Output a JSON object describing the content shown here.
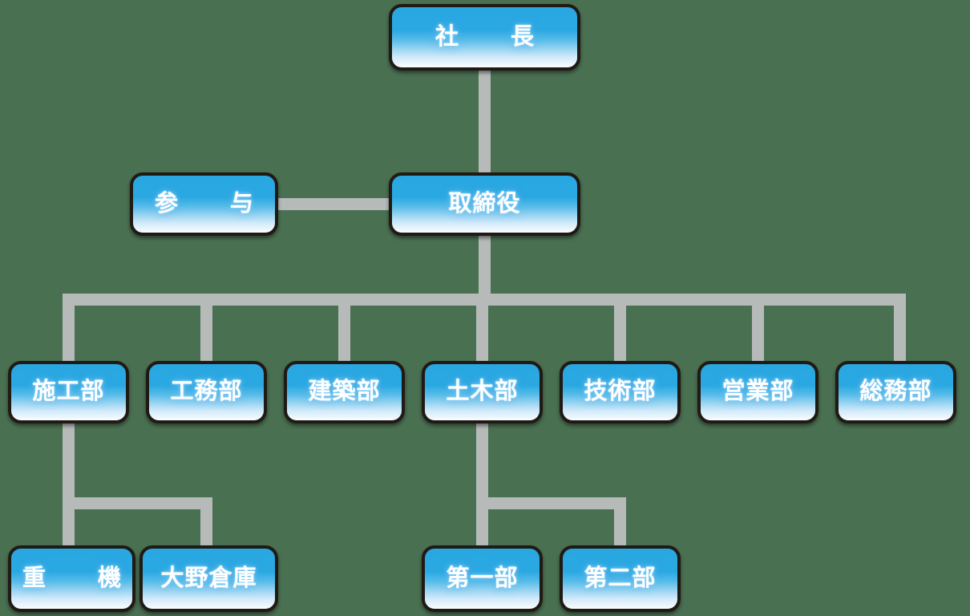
{
  "chart": {
    "type": "org-chart",
    "title": "",
    "background_color": "#4a7052",
    "node_border_color": "#201a14",
    "node_gradient_top": "#29a7e1",
    "node_gradient_bottom": "#ffffff",
    "connector_color": "#b6bab9",
    "label_color": "#ffffff"
  },
  "nodes": {
    "president": {
      "label": "社　長",
      "level": 1
    },
    "advisor": {
      "label": "参　与",
      "level": 2
    },
    "director": {
      "label": "取締役",
      "level": 2
    },
    "dept_construction": {
      "label": "施工部",
      "level": 3
    },
    "dept_engineering_affairs": {
      "label": "工務部",
      "level": 3
    },
    "dept_architecture": {
      "label": "建築部",
      "level": 3
    },
    "dept_civil": {
      "label": "土木部",
      "level": 3
    },
    "dept_technology": {
      "label": "技術部",
      "level": 3
    },
    "dept_sales": {
      "label": "営業部",
      "level": 3
    },
    "dept_general_affairs": {
      "label": "総務部",
      "level": 3
    },
    "heavy_machinery": {
      "label": "重　機",
      "level": 4
    },
    "ohno_warehouse": {
      "label": "大野倉庫",
      "level": 4
    },
    "division_one": {
      "label": "第一部",
      "level": 4
    },
    "division_two": {
      "label": "第二部",
      "level": 4
    }
  },
  "edges": [
    {
      "from": "president",
      "to": "director",
      "style": "vertical"
    },
    {
      "from": "director",
      "to": "advisor",
      "style": "horizontal"
    },
    {
      "from": "director",
      "to": "dept_construction",
      "style": "bus"
    },
    {
      "from": "director",
      "to": "dept_engineering_affairs",
      "style": "bus"
    },
    {
      "from": "director",
      "to": "dept_architecture",
      "style": "bus"
    },
    {
      "from": "director",
      "to": "dept_civil",
      "style": "bus"
    },
    {
      "from": "director",
      "to": "dept_technology",
      "style": "bus"
    },
    {
      "from": "director",
      "to": "dept_sales",
      "style": "bus"
    },
    {
      "from": "director",
      "to": "dept_general_affairs",
      "style": "bus"
    },
    {
      "from": "dept_construction",
      "to": "heavy_machinery",
      "style": "elbow"
    },
    {
      "from": "dept_construction",
      "to": "ohno_warehouse",
      "style": "elbow"
    },
    {
      "from": "dept_civil",
      "to": "division_one",
      "style": "elbow"
    },
    {
      "from": "dept_civil",
      "to": "division_two",
      "style": "elbow"
    }
  ]
}
